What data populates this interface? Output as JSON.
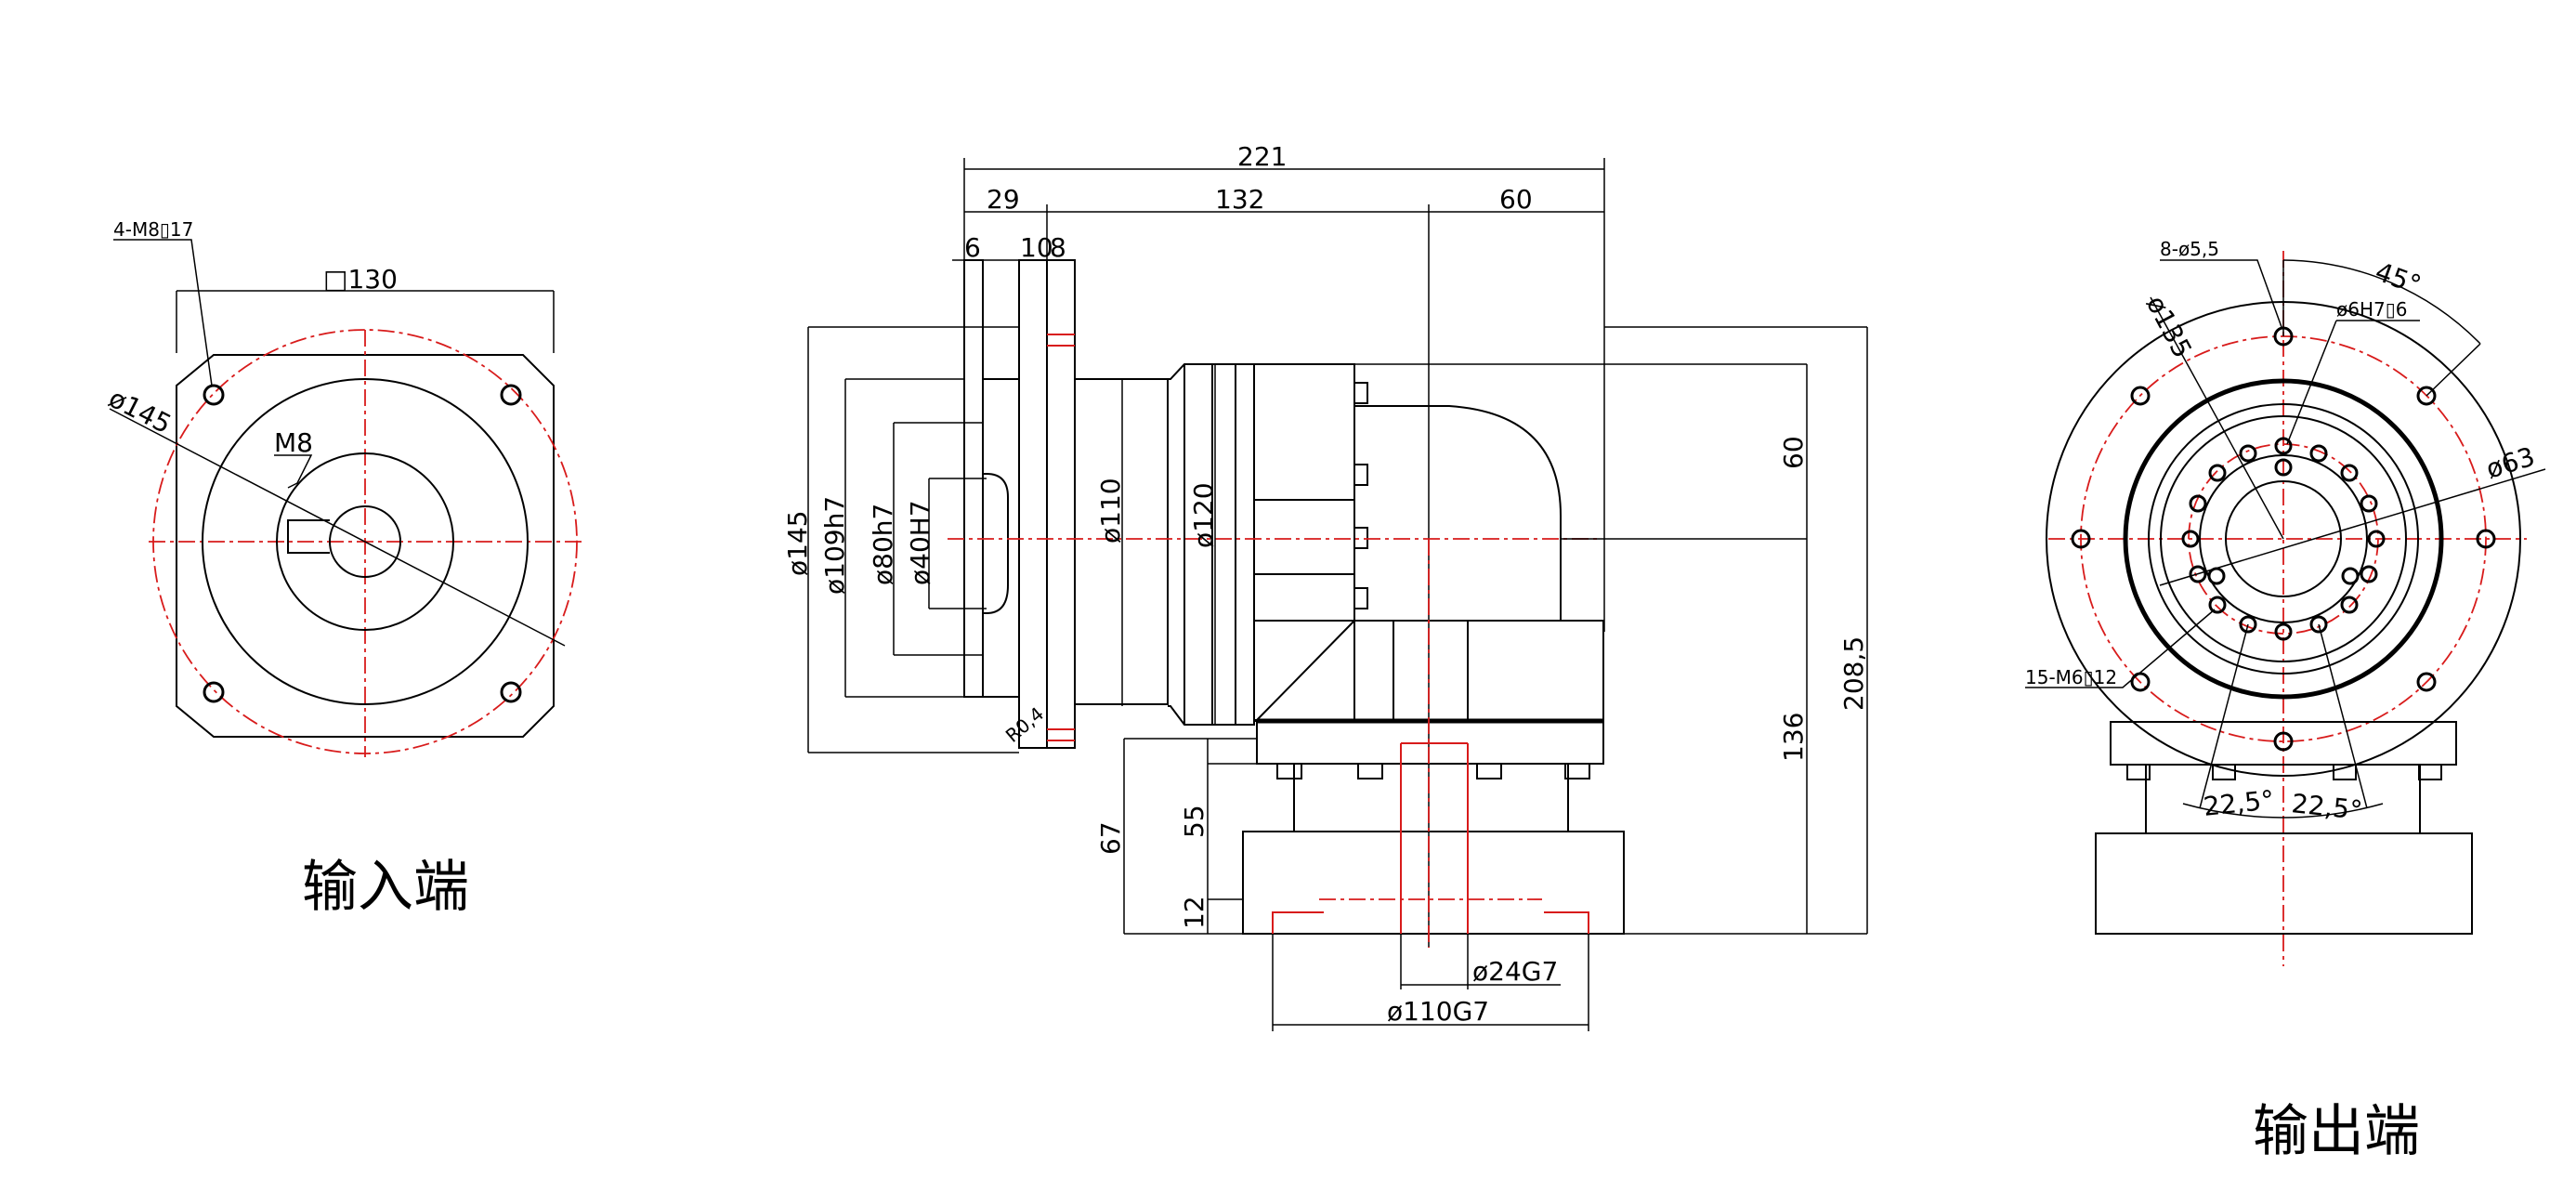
{
  "views": {
    "input_label": "输入端",
    "output_label": "输出端"
  },
  "input_view": {
    "square": "□130",
    "bolt_spec": "4-M8▯17",
    "pcd": "ø145",
    "tap": "M8"
  },
  "side_view": {
    "overall": "221",
    "d29": "29",
    "d132": "132",
    "d60top": "60",
    "d6": "6",
    "d10": "10",
    "d8": "8",
    "dia145": "ø145",
    "dia109": "ø109h7",
    "dia80": "ø80h7",
    "dia40": "ø40H7",
    "dia110": "ø110",
    "dia120": "ø120",
    "r04": "R0,4",
    "v60": "60",
    "v136": "136",
    "v2085": "208,5",
    "v67": "67",
    "v55": "55",
    "v12": "12",
    "dia24": "ø24G7",
    "dia110g": "ø110G7"
  },
  "output_view": {
    "holes8": "8-ø5,5",
    "pcd135": "ø135",
    "pin": "ø6H7▯6",
    "angle45": "45°",
    "dia63": "ø63",
    "tap15": "15-M6▯12",
    "ang1": "22,5°",
    "ang2": "22,5°"
  }
}
